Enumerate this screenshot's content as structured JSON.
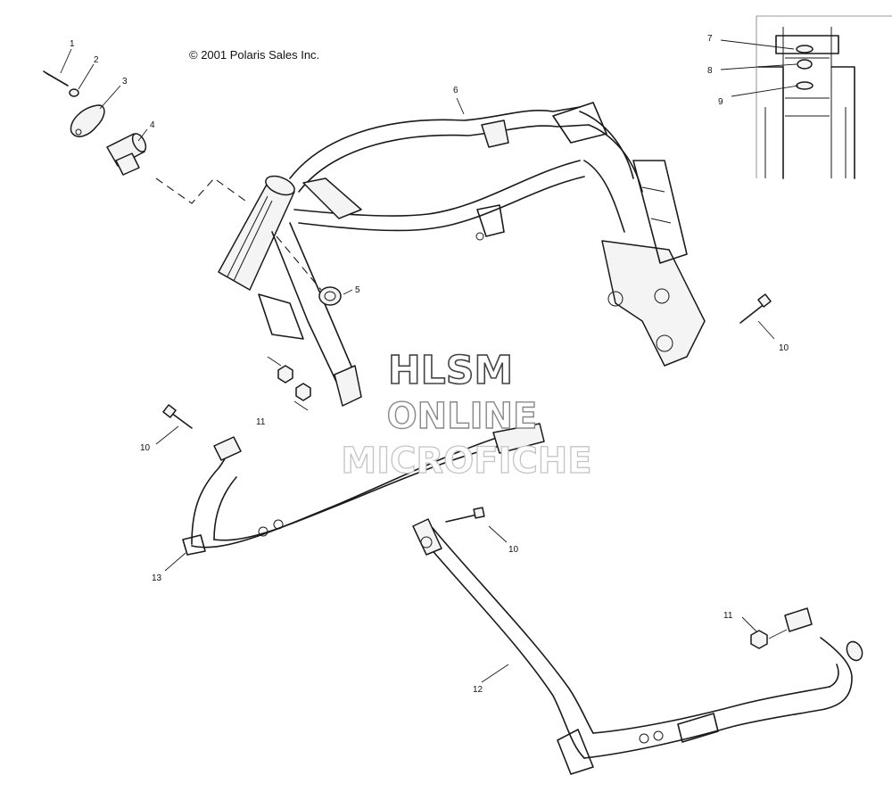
{
  "copyright": "© 2001 Polaris Sales Inc.",
  "watermark": {
    "line1": "HLSM",
    "line2": "ONLINE",
    "line3": "MICROFICHE"
  },
  "callouts": {
    "c1": "1",
    "c2": "2",
    "c3": "3",
    "c4": "4",
    "c5": "5",
    "c6": "6",
    "c7": "7",
    "c8": "8",
    "c9": "9",
    "c10a": "10",
    "c10b": "10",
    "c10c": "10",
    "c11a": "11",
    "c11b": "11",
    "c12": "12",
    "c13": "13"
  }
}
